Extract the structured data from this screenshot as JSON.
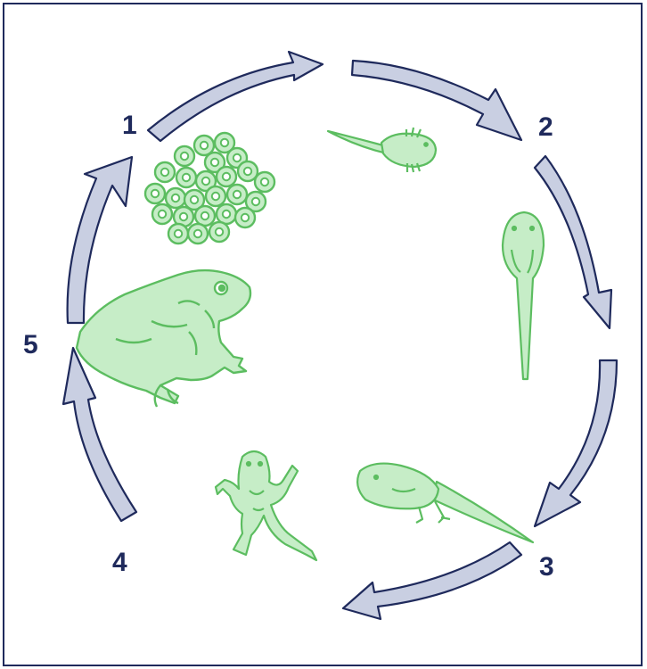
{
  "diagram": {
    "stages": [
      {
        "number": "1",
        "depiction": "frog-spawn"
      },
      {
        "number": "2",
        "depiction": "tadpole"
      },
      {
        "number": "3",
        "depiction": "tadpole-with-legs"
      },
      {
        "number": "4",
        "depiction": "froglet"
      },
      {
        "number": "5",
        "depiction": "adult-frog"
      }
    ],
    "colors": {
      "arrow_fill": "#c9cfe2",
      "arrow_stroke": "#1f2a5c",
      "organism_fill": "#c6edc7",
      "organism_stroke": "#5cbd60",
      "label": "#1f2a5c"
    }
  }
}
